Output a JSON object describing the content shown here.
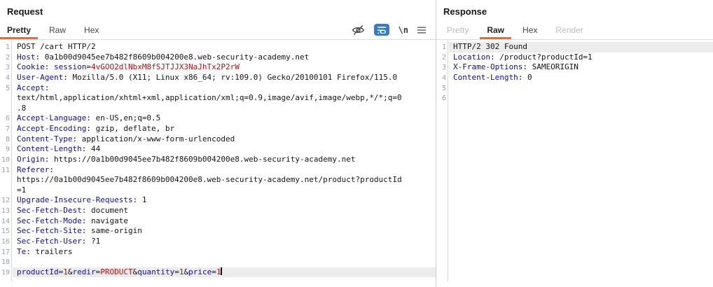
{
  "colors": {
    "accent_orange": "#ee6b30",
    "header_name_blue": "#0e0e9c",
    "value_red": "#b31212",
    "wrap_icon_blue": "#3a7dbe",
    "current_line_highlight": "#ececec"
  },
  "request": {
    "title": "Request",
    "tabs": [
      {
        "label": "Pretty",
        "state": "selected"
      },
      {
        "label": "Raw",
        "state": "normal"
      },
      {
        "label": "Hex",
        "state": "normal"
      }
    ],
    "toolbar": {
      "icons": [
        {
          "name": "hide-eye-icon",
          "title": "Hide"
        },
        {
          "name": "word-wrap-icon",
          "title": "Soft word wrap",
          "active": true
        },
        {
          "name": "nonprintables-icon",
          "title": "Show non-printable characters",
          "glyph": "\\n"
        },
        {
          "name": "editor-menu-icon",
          "title": "Editor menu"
        }
      ]
    },
    "lines": [
      {
        "num": "1",
        "s": [
          [
            "k",
            "POST /cart HTTP/2"
          ]
        ]
      },
      {
        "num": "2",
        "s": [
          [
            "h",
            "Host"
          ],
          [
            "k",
            ": 0a1b00d9045ee7b482f8609b004200e8.web-security-academy.net"
          ]
        ]
      },
      {
        "num": "3",
        "s": [
          [
            "h",
            "Cookie"
          ],
          [
            "k",
            ": "
          ],
          [
            "h",
            "session"
          ],
          [
            "k",
            "="
          ],
          [
            "r",
            "4vGOO2dlNbxM8fSJTJJX3NaJhTx2P2rW"
          ]
        ]
      },
      {
        "num": "4",
        "s": [
          [
            "h",
            "User-Agent"
          ],
          [
            "k",
            ": Mozilla/5.0 (X11; Linux x86_64; rv:109.0) Gecko/20100101 Firefox/115.0"
          ]
        ]
      },
      {
        "num": "5",
        "s": [
          [
            "h",
            "Accept"
          ],
          [
            "k",
            ":"
          ]
        ]
      },
      {
        "num": "",
        "s": [
          [
            "k",
            "text/html,application/xhtml+xml,application/xml;q=0.9,image/avif,image/webp,*/*;q=0"
          ]
        ]
      },
      {
        "num": "",
        "s": [
          [
            "k",
            ".8"
          ]
        ]
      },
      {
        "num": "6",
        "s": [
          [
            "h",
            "Accept-Language"
          ],
          [
            "k",
            ": en-US,en;q=0.5"
          ]
        ]
      },
      {
        "num": "7",
        "s": [
          [
            "h",
            "Accept-Encoding"
          ],
          [
            "k",
            ": gzip, deflate, br"
          ]
        ]
      },
      {
        "num": "8",
        "s": [
          [
            "h",
            "Content-Type"
          ],
          [
            "k",
            ": application/x-www-form-urlencoded"
          ]
        ]
      },
      {
        "num": "9",
        "s": [
          [
            "h",
            "Content-Length"
          ],
          [
            "k",
            ": 44"
          ]
        ]
      },
      {
        "num": "10",
        "s": [
          [
            "h",
            "Origin"
          ],
          [
            "k",
            ": https://0a1b00d9045ee7b482f8609b004200e8.web-security-academy.net"
          ]
        ]
      },
      {
        "num": "11",
        "s": [
          [
            "h",
            "Referer"
          ],
          [
            "k",
            ":"
          ]
        ]
      },
      {
        "num": "",
        "s": [
          [
            "k",
            "https://0a1b00d9045ee7b482f8609b004200e8.web-security-academy.net/product?productId"
          ]
        ]
      },
      {
        "num": "",
        "s": [
          [
            "k",
            "=1"
          ]
        ]
      },
      {
        "num": "12",
        "s": [
          [
            "h",
            "Upgrade-Insecure-Requests"
          ],
          [
            "k",
            ": 1"
          ]
        ]
      },
      {
        "num": "13",
        "s": [
          [
            "h",
            "Sec-Fetch-Dest"
          ],
          [
            "k",
            ": document"
          ]
        ]
      },
      {
        "num": "14",
        "s": [
          [
            "h",
            "Sec-Fetch-Mode"
          ],
          [
            "k",
            ": navigate"
          ]
        ]
      },
      {
        "num": "15",
        "s": [
          [
            "h",
            "Sec-Fetch-Site"
          ],
          [
            "k",
            ": same-origin"
          ]
        ]
      },
      {
        "num": "16",
        "s": [
          [
            "h",
            "Sec-Fetch-User"
          ],
          [
            "k",
            ": ?1"
          ]
        ]
      },
      {
        "num": "17",
        "s": [
          [
            "h",
            "Te"
          ],
          [
            "k",
            ": trailers"
          ]
        ]
      },
      {
        "num": "18",
        "s": []
      },
      {
        "num": "19",
        "hl": true,
        "caret": true,
        "s": [
          [
            "h",
            "productId"
          ],
          [
            "k",
            "="
          ],
          [
            "r",
            "1"
          ],
          [
            "k",
            "&"
          ],
          [
            "h",
            "redir"
          ],
          [
            "k",
            "="
          ],
          [
            "r",
            "PRODUCT"
          ],
          [
            "k",
            "&"
          ],
          [
            "h",
            "quantity"
          ],
          [
            "k",
            "="
          ],
          [
            "r",
            "1"
          ],
          [
            "k",
            "&"
          ],
          [
            "h",
            "price"
          ],
          [
            "k",
            "="
          ],
          [
            "r",
            "1"
          ]
        ]
      }
    ]
  },
  "response": {
    "title": "Response",
    "tabs": [
      {
        "label": "Pretty",
        "state": "disabled"
      },
      {
        "label": "Raw",
        "state": "selected"
      },
      {
        "label": "Hex",
        "state": "normal"
      },
      {
        "label": "Render",
        "state": "disabled"
      }
    ],
    "lines": [
      {
        "num": "1",
        "hl": true,
        "s": [
          [
            "k",
            "HTTP/2 302 Found"
          ]
        ]
      },
      {
        "num": "2",
        "s": [
          [
            "h",
            "Location"
          ],
          [
            "k",
            ": /product?productId=1"
          ]
        ]
      },
      {
        "num": "3",
        "s": [
          [
            "h",
            "X-Frame-Options"
          ],
          [
            "k",
            ": SAMEORIGIN"
          ]
        ]
      },
      {
        "num": "4",
        "s": [
          [
            "h",
            "Content-Length"
          ],
          [
            "k",
            ": 0"
          ]
        ]
      },
      {
        "num": "5",
        "s": []
      },
      {
        "num": "6",
        "s": []
      }
    ]
  }
}
